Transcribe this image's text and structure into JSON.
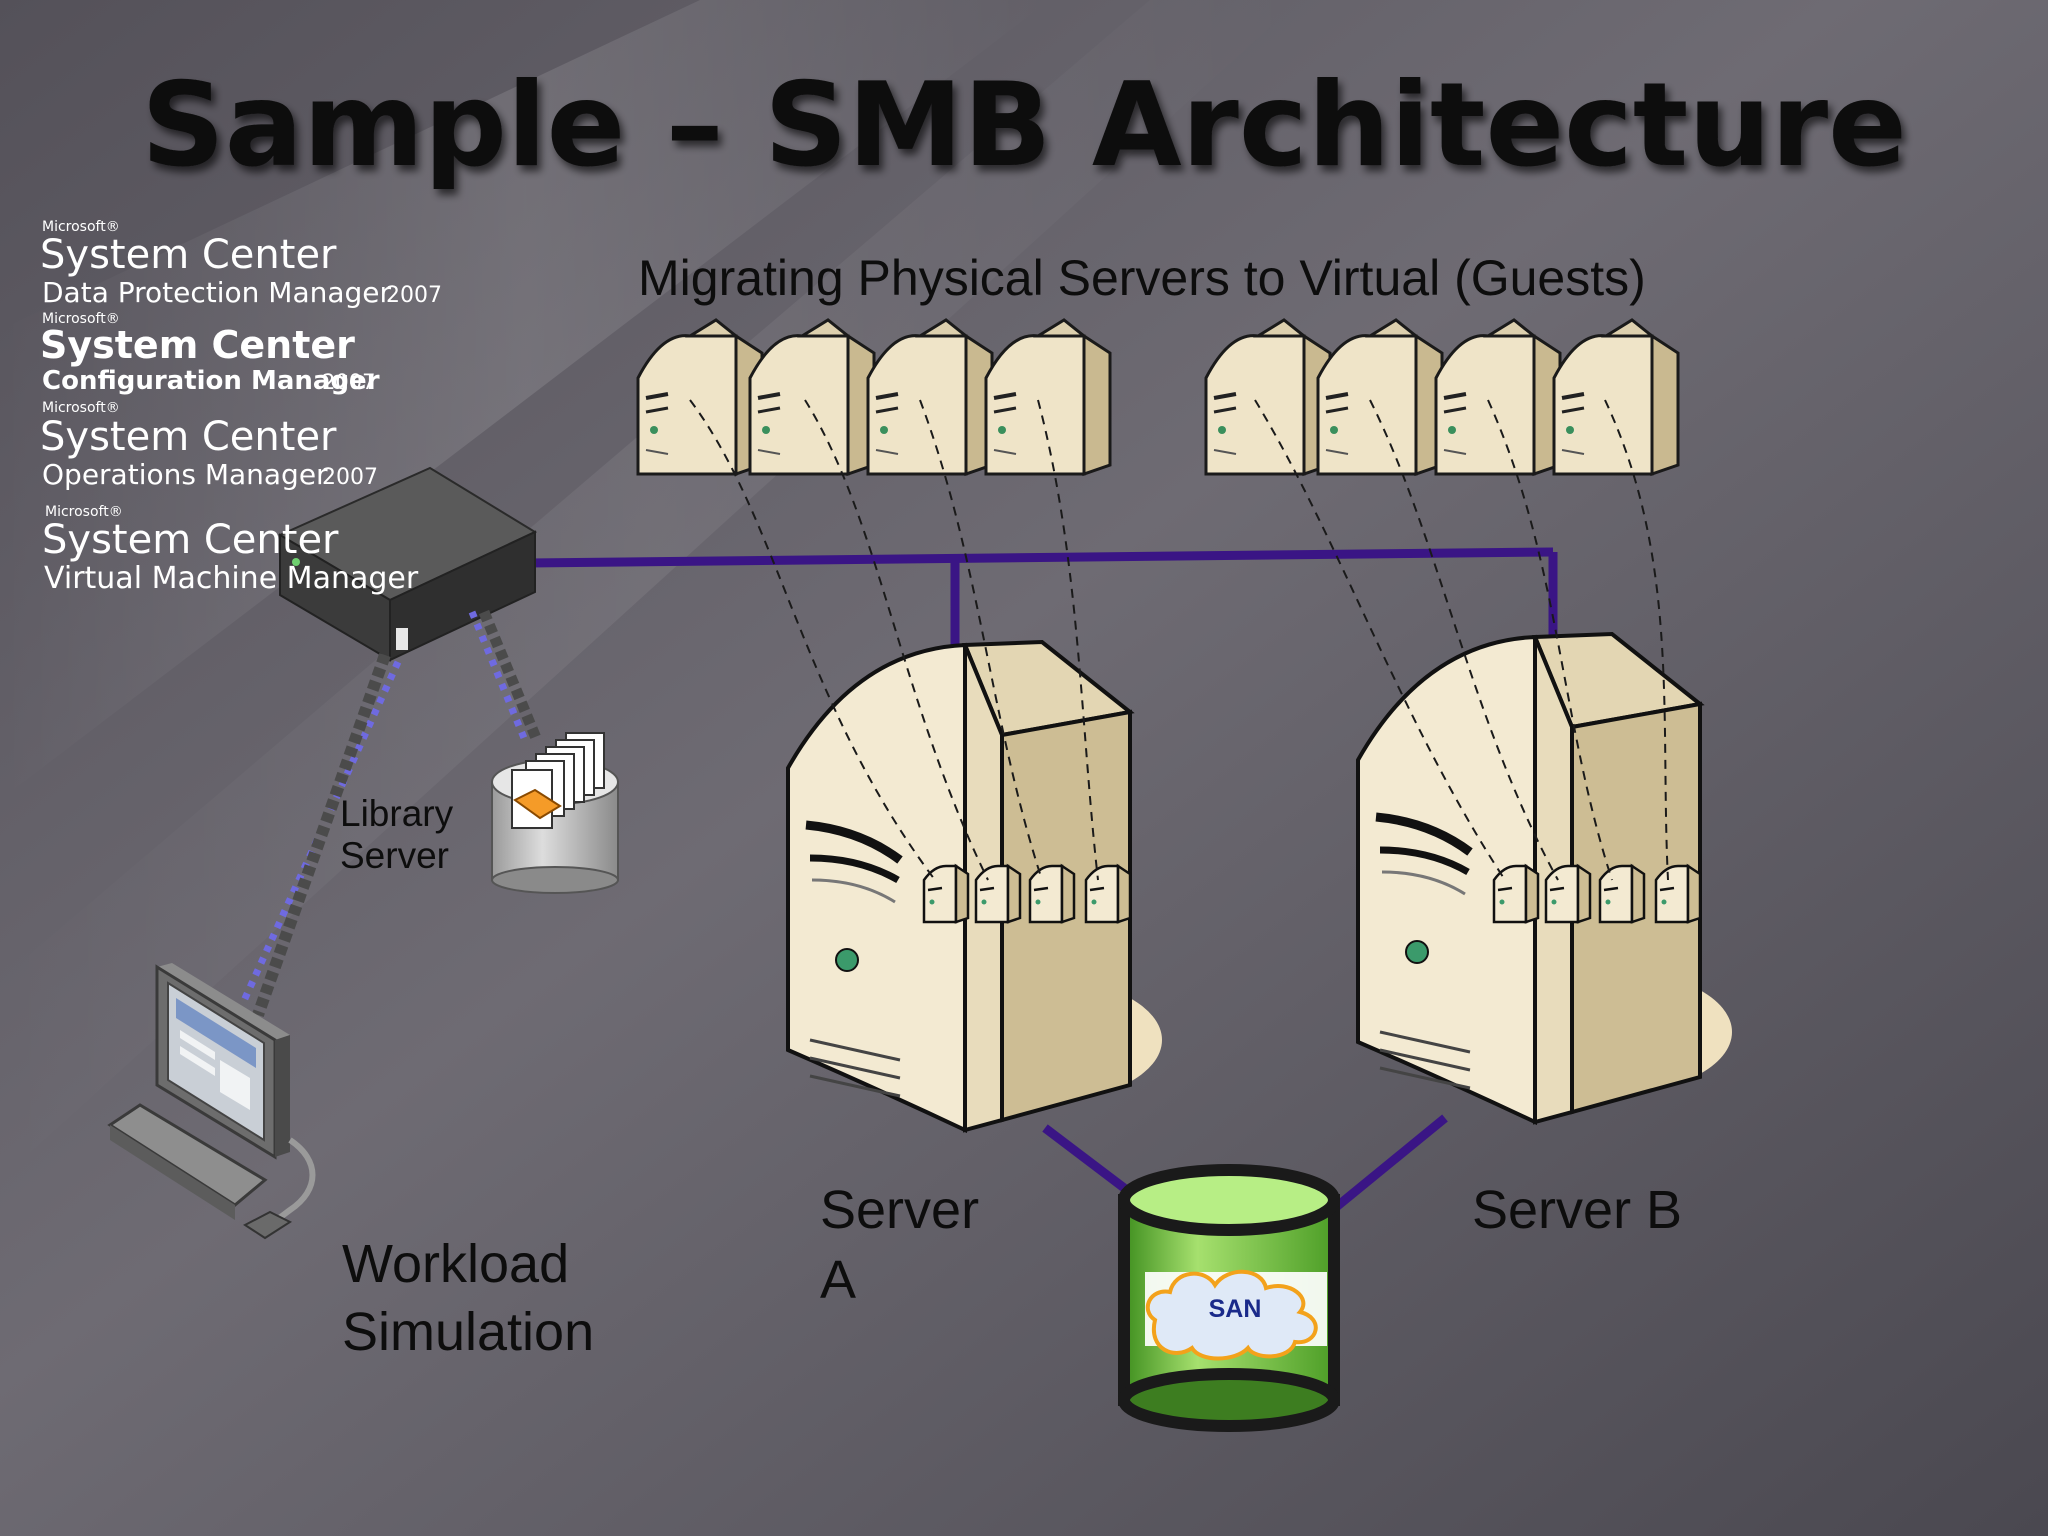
{
  "slide": {
    "title": "Sample – SMB Architecture",
    "subtitle": "Migrating Physical Servers to Virtual (Guests)"
  },
  "products": [
    {
      "vendor": "Microsoft®",
      "brand": "System Center",
      "product": "Data Protection Manager",
      "version": "2007"
    },
    {
      "vendor": "Microsoft®",
      "brand": "System Center",
      "product": "Configuration Manager",
      "version": "2007"
    },
    {
      "vendor": "Microsoft®",
      "brand": "System Center",
      "product": "Operations Manager",
      "version": "2007"
    },
    {
      "vendor": "Microsoft®",
      "brand": "System Center",
      "product": "Virtual Machine Manager",
      "version": ""
    }
  ],
  "labels": {
    "library_line1": "Library",
    "library_line2": "Server",
    "workload_line1": "Workload",
    "workload_line2": "Simulation",
    "server_a_line1": "Server",
    "server_a_line2": "A",
    "server_b": "Server B",
    "san": "SAN"
  },
  "colors": {
    "network": "#3a1585",
    "server_face": "#efe4c8",
    "server_side": "#c9b990",
    "san_green": "#6cbf3a",
    "san_cloud": "#f3a21b",
    "san_text": "#1a2a8a"
  },
  "physical_servers_count": 8
}
